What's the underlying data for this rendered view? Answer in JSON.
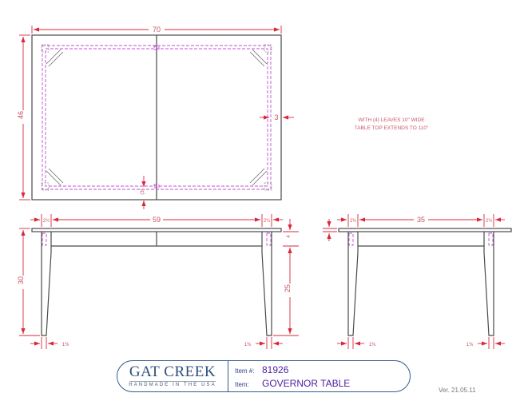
{
  "drawing": {
    "top_view": {
      "overall_length": "70",
      "overall_width": "46",
      "apron_inset": "3",
      "apron_inset_reference": "(3)"
    },
    "front_view": {
      "leg_width_left": "2¾",
      "leg_width_right": "2¾",
      "between_legs": "59",
      "height_overall": "30",
      "apron_height": "4",
      "leg_below_apron": "25",
      "foot_width_left": "1⅜",
      "foot_width_right": "1⅜"
    },
    "side_view": {
      "leg_width_left": "2¾",
      "leg_width_right": "2¾",
      "between_legs": "35",
      "foot_width_left": "1⅜",
      "foot_width_right": "1⅜"
    },
    "notes": {
      "line1": "WITH (4) LEAVES 10\" WIDE",
      "line2": "TABLE TOP EXTENDS TO 110\""
    },
    "colors": {
      "object_line": "#4a4a4a",
      "hidden_line": "#c050d0",
      "dimension_line": "#d8283a",
      "brand_blue": "#2f4f7a",
      "item_value": "#4a1ea0"
    }
  },
  "title_block": {
    "brand_name": "GAT CREEK",
    "brand_tagline": "HANDMADE IN THE USA",
    "item_number_label": "Item #:",
    "item_number_value": "81926",
    "item_label": "Item:",
    "item_value": "GOVERNOR TABLE"
  },
  "version": "Ver. 21.05.11"
}
